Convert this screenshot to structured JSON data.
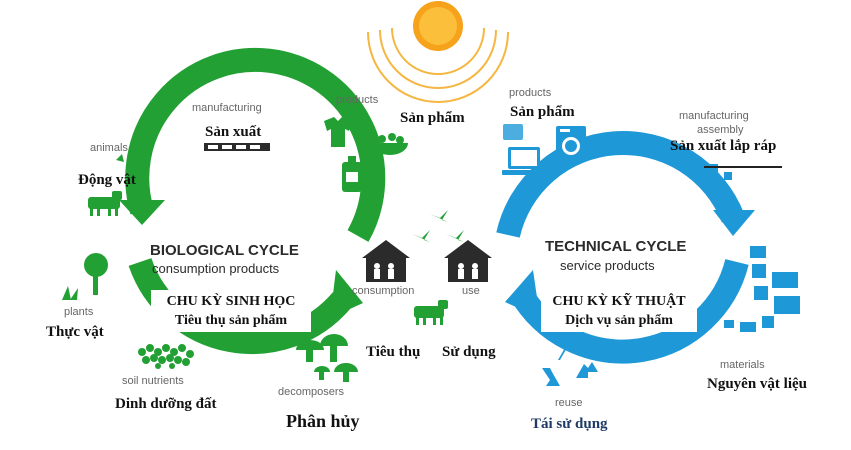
{
  "biological": {
    "title": "BIOLOGICAL CYCLE",
    "subtitle": "consumption products",
    "title_vn": "CHU KỲ SINH HỌC",
    "subtitle_vn": "Tiêu thụ sản phẩm",
    "color": "#22a033"
  },
  "technical": {
    "title": "TECHNICAL CYCLE",
    "subtitle": "service products",
    "title_vn": "CHU KỲ KỸ THUẬT",
    "subtitle_vn": "Dịch vụ sản phẩm",
    "color": "#1f98d8"
  },
  "labels": {
    "animals": "animals",
    "animals_vn": "Động vật",
    "manufacturing": "manufacturing",
    "manufacturing_vn": "Sản xuất",
    "products_bio": "products",
    "products_bio_vn": "Sản phẩm",
    "products_tech": "products",
    "products_tech_vn": "Sản phẩm",
    "manufacturing_assembly_1": "manufacturing",
    "manufacturing_assembly_2": "assembly",
    "manufacturing_assembly_vn": "Sản xuất lắp ráp",
    "plants": "plants",
    "plants_vn": "Thực vật",
    "soil_nutrients": "soil nutrients",
    "soil_nutrients_vn": "Dinh dưỡng đất",
    "decomposers": "decomposers",
    "decomposers_vn": "Phân hủy",
    "consumption": "consumption",
    "consumption_vn": "Tiêu thụ",
    "use": "use",
    "use_vn": "Sử dụng",
    "reuse": "reuse",
    "reuse_vn": "Tái sử dụng",
    "materials": "materials",
    "materials_vn": "Nguyên vật liệu"
  },
  "colors": {
    "green": "#22a033",
    "blue": "#1f98d8",
    "sun_core": "#f7a21b",
    "sun_rays": "#f5b642",
    "icon_dark": "#2b2b2b"
  },
  "icons": [
    "sun-icon",
    "animal-cow-icon",
    "plant-icon",
    "soil-nutrients-icon",
    "decomposers-mushroom-icon",
    "factory-icon",
    "tshirt-icon",
    "food-bowl-icon",
    "bottle-icon",
    "house-consumption-icon",
    "house-use-icon",
    "birds-icon",
    "cow-icon",
    "washing-machine-icon",
    "laptop-icon",
    "recycle-icon",
    "materials-icon"
  ]
}
